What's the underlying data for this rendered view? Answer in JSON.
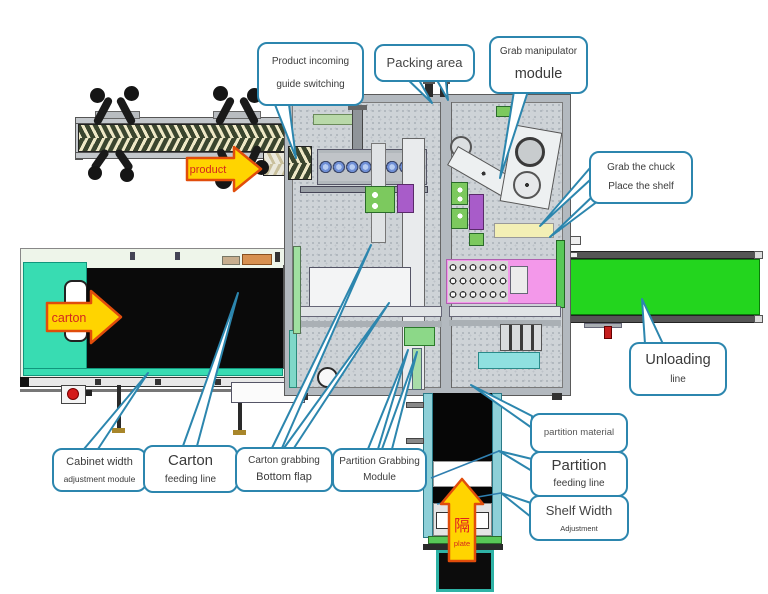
{
  "callouts": {
    "product_incoming": {
      "line1": "Product incoming",
      "line2": "guide switching"
    },
    "packing_area": {
      "line1": "Packing area"
    },
    "grab_manipulator": {
      "line1": "Grab manipulator",
      "line2": "module"
    },
    "grab_chuck": {
      "line1": "Grab the chuck",
      "line2": "Place the shelf"
    },
    "unloading_line": {
      "line1": "Unloading",
      "line2": "line"
    },
    "partition_material": {
      "line1": "partition material"
    },
    "partition_feeding_line": {
      "line1": "Partition",
      "line2": "feeding line"
    },
    "shelf_width": {
      "line1": "Shelf Width",
      "line2": "Adjustment"
    },
    "cabinet_width": {
      "line1": "Cabinet width",
      "line2": "adjustment module"
    },
    "carton_feeding_line": {
      "line1": "Carton",
      "line2": "feeding line"
    },
    "carton_grabbing": {
      "line1": "Carton grabbing",
      "line2": "Bottom flap"
    },
    "partition_grabbing": {
      "line1": "Partition Grabbing",
      "line2": "Module"
    }
  },
  "flow_arrows": {
    "product": "product",
    "carton": "carton",
    "partition_char": "隔",
    "partition_label": "plate"
  },
  "colors": {
    "callout_border": "#2c86ae",
    "leader_line": "#2f7fb0",
    "arrow_fill": "#ffd400",
    "arrow_border": "#e14d0b",
    "arrow_text": "#d4281e",
    "carton_line_teal": "#38dcb2",
    "unloading_green": "#23d51e",
    "belt_black": "#0a0a0a",
    "partition_rail_cyan": "#8ed0d8",
    "partition_plate_pink": "#f398ea",
    "machine_body_gray": "#ced3d7",
    "shelf_target_yellow": "#f3efb5"
  }
}
